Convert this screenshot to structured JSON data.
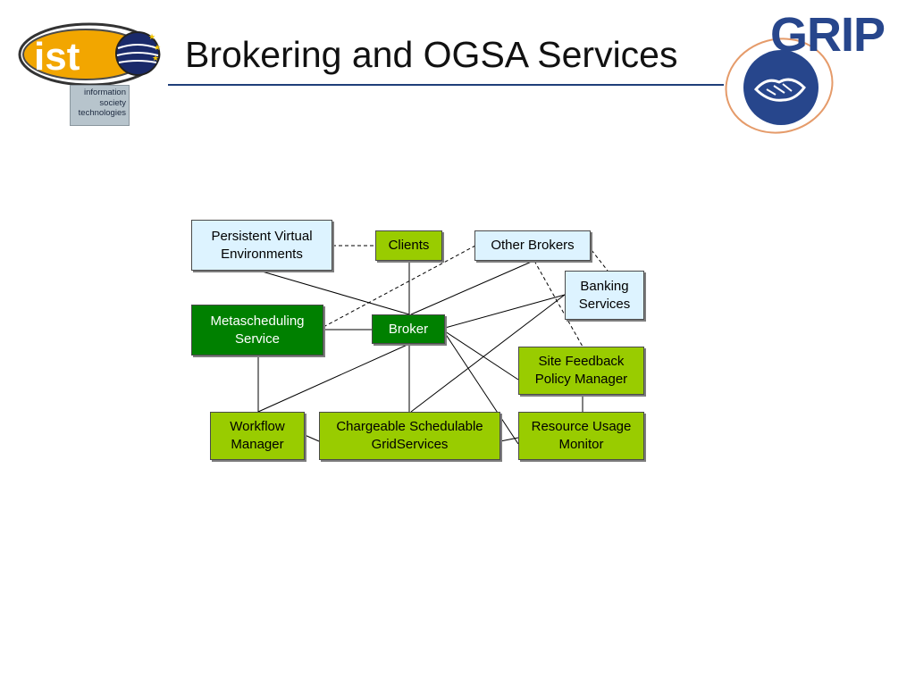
{
  "slide": {
    "title": "Brokering and OGSA Services"
  },
  "logos": {
    "left": {
      "wordmark": "ist",
      "caption_lines": [
        "information",
        "society",
        "technologies"
      ]
    },
    "right": {
      "wordmark": "GRIP"
    }
  },
  "colors": {
    "title_rule": "#1f3f7a",
    "light_blue_box": "#ddf3ff",
    "green_box": "#99cc00",
    "dark_green_box": "#008000",
    "grip_blue": "#27468c"
  },
  "diagram": {
    "nodes": {
      "pve": "Persistent Virtual\nEnvironments",
      "clients": "Clients",
      "other_brokers": "Other Brokers",
      "banking": "Banking\nServices",
      "metasched": "Metascheduling\nService",
      "broker": "Broker",
      "site_feedback": "Site Feedback\nPolicy Manager",
      "workflow": "Workflow\nManager",
      "chargeable": "Chargeable Schedulable\nGridServices",
      "resource_usage": "Resource Usage\nMonitor"
    }
  }
}
